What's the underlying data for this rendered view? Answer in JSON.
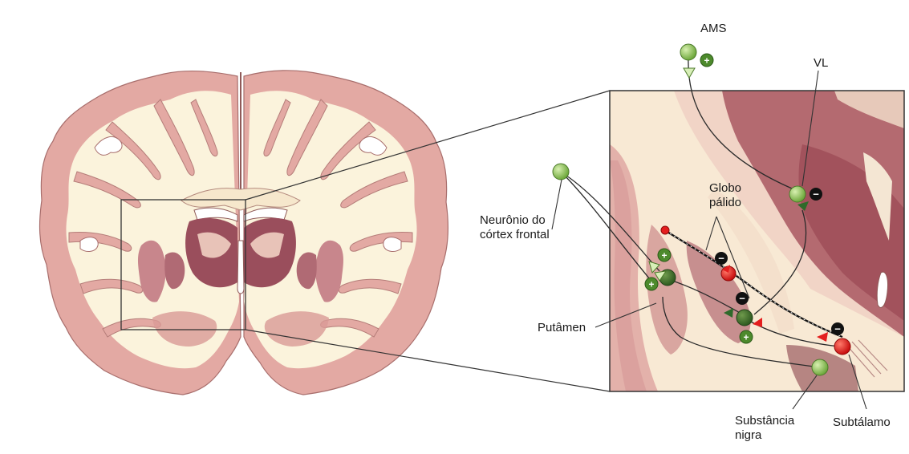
{
  "labels": {
    "ams": "AMS",
    "vl": "VL",
    "globo_line1": "Globo",
    "globo_line2": "pálido",
    "neuronio_line1": "Neurônio do",
    "neuronio_line2": "córtex frontal",
    "putamen": "Putâmen",
    "substancia_line1": "Substância",
    "substancia_line2": "nigra",
    "subtalamo": "Subtálamo"
  },
  "signs": {
    "plus": "+",
    "minus": "−"
  },
  "colors": {
    "background": "#ffffff",
    "cortex_gray_matter": "#e3a9a3",
    "white_matter": "#fbf3dc",
    "deep_nuclei": "#b9727a",
    "thalamus": "#a4545f",
    "neuron_light_green": "#9dcd62",
    "neuron_dark_green": "#3d6e2a",
    "inhibitory_red": "#e41e1e",
    "inhibitory_black": "#111111"
  }
}
